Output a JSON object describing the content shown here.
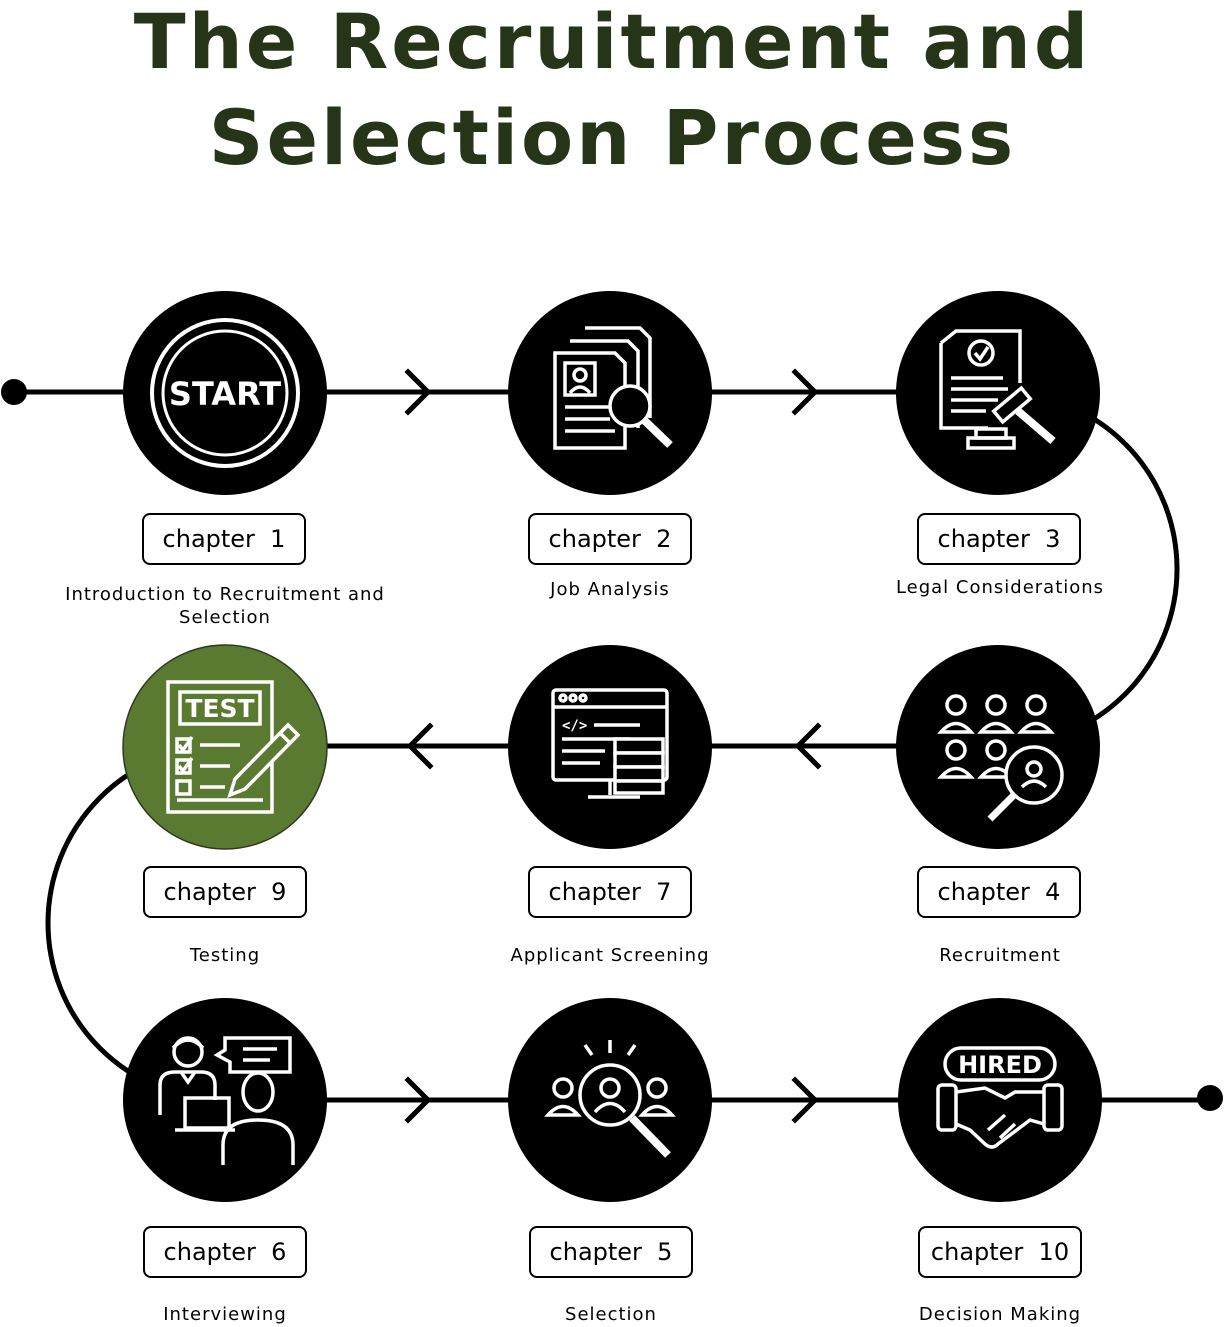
{
  "title": {
    "line1": "The Recruitment and",
    "line2": "Selection Process"
  },
  "colors": {
    "title": "#263518",
    "node": "#000000",
    "highlight": "#5a7a32",
    "path": "#000000"
  },
  "steps": [
    {
      "chip": "chapter  1",
      "label": "Introduction to Recruitment and Selection",
      "icon": "start-icon",
      "icon_text": "START"
    },
    {
      "chip": "chapter  2",
      "label": "Job Analysis",
      "icon": "resume-search-icon"
    },
    {
      "chip": "chapter  3",
      "label": "Legal Considerations",
      "icon": "legal-document-gavel-icon"
    },
    {
      "chip": "chapter  4",
      "label": "Recruitment",
      "icon": "candidate-search-icon"
    },
    {
      "chip": "chapter  7",
      "label": "Applicant Screening",
      "icon": "code-screen-database-icon"
    },
    {
      "chip": "chapter  9",
      "label": "Testing",
      "icon": "test-checklist-icon",
      "icon_text": "TEST",
      "highlighted": true
    },
    {
      "chip": "chapter  6",
      "label": "Interviewing",
      "icon": "interview-icon"
    },
    {
      "chip": "chapter  5",
      "label": "Selection",
      "icon": "selection-icon"
    },
    {
      "chip": "chapter  10",
      "label": "Decision Making",
      "icon": "hired-handshake-icon",
      "icon_text": "HIRED"
    }
  ]
}
